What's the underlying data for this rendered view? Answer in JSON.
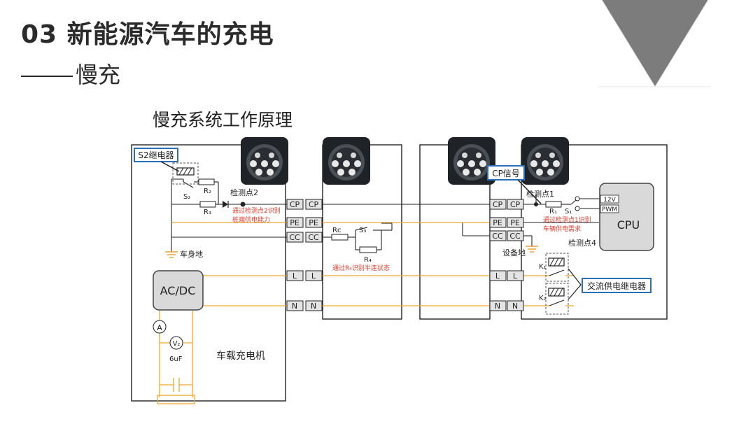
{
  "header": {
    "title": "03 新能源汽车的充电",
    "subtitle": "慢充"
  },
  "diagram": {
    "title": "慢充系统工作原理",
    "pins": {
      "cp": "CP",
      "pe": "PE",
      "cc": "CC",
      "l": "L",
      "n": "N"
    },
    "labels": {
      "s2_relay": "S2继电器",
      "cp_signal": "CP信号",
      "ac_relay": "交流供电继电器",
      "check2": "检测点2",
      "check1": "检测点1",
      "check4": "检测点4",
      "note_check2_a": "通过检测点2识别",
      "note_check2_b": "桩端供电能力",
      "note_check1_a": "通过检测点1识别",
      "note_check1_b": "车辆供电需求",
      "note_r4": "通过R₄识别半连状态",
      "body_ground": "车身地",
      "equip_ground": "设备地",
      "acdc": "AC/DC",
      "onboard_charger": "车载充电机",
      "cpu": "CPU",
      "v12": "12V",
      "pwm": "PWM",
      "cap": "6uF",
      "ammeter": "A",
      "voltmeter": "V₂",
      "s2": "S₂",
      "r2": "R₂",
      "r3": "R₃",
      "rc": "Rc",
      "s3": "S₃",
      "r4": "R₄",
      "r1": "R₁",
      "s1": "S₁",
      "k1": "K₁",
      "k2": "K₂"
    },
    "colors": {
      "wire": "#222222",
      "power": "#f0a830",
      "note": "#e03a2a",
      "callout": "#2a70b8"
    }
  }
}
